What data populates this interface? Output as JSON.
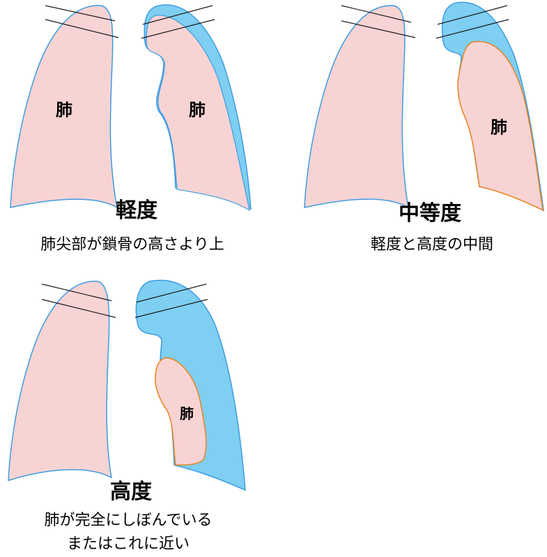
{
  "colors": {
    "lung_fill": "#f8d3d4",
    "lung_stroke": "#3d9be0",
    "air_fill": "#7ecff2",
    "collapsed_stroke": "#e8821e",
    "rib_line": "#1a1a1a"
  },
  "panels": {
    "mild": {
      "title": "軽度",
      "description": "肺尖部が鎖骨の高さより上",
      "left_lung_label": "肺",
      "right_lung_label": "肺"
    },
    "moderate": {
      "title": "中等度",
      "description": "軽度と高度の中間",
      "right_lung_label": "肺"
    },
    "severe": {
      "title": "高度",
      "description_line1": "肺が完全にしぼんでいる",
      "description_line2": "またはこれに近い",
      "right_lung_label": "肺"
    }
  }
}
